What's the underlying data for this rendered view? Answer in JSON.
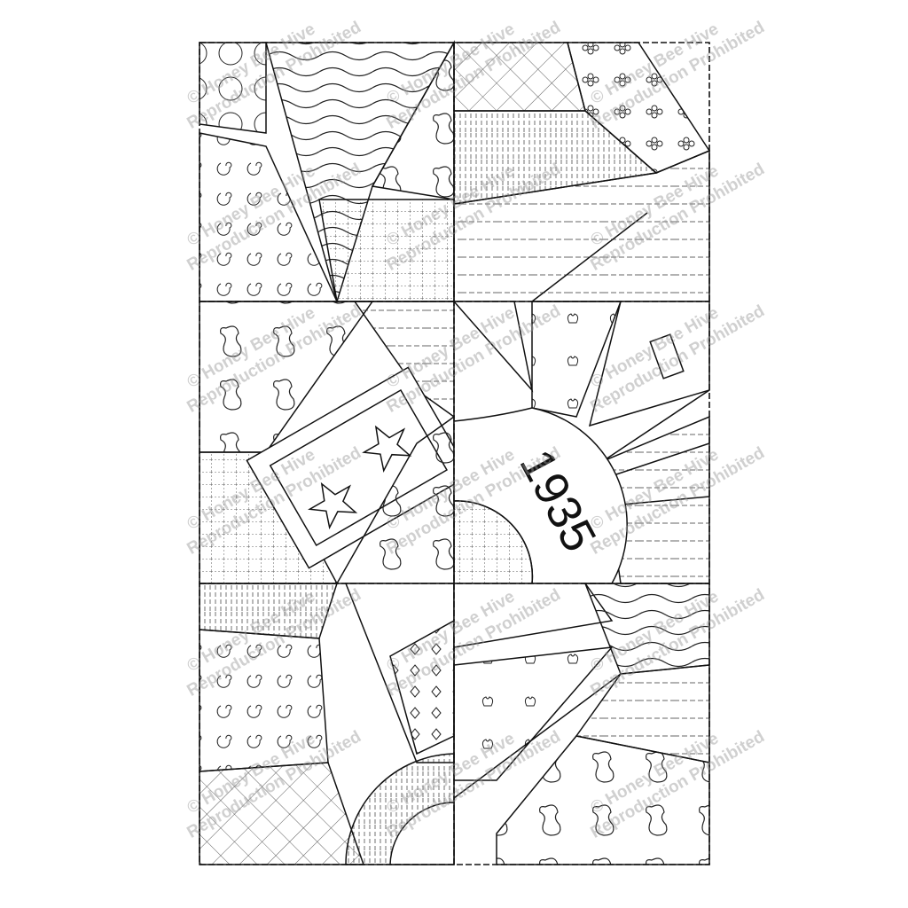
{
  "artwork": {
    "year_label": "1935",
    "watermark_line1": "© Honey Bee Hive",
    "watermark_line2": "Reproduction Prohibited",
    "line_color": "#111111",
    "watermark_color": "#969696"
  }
}
